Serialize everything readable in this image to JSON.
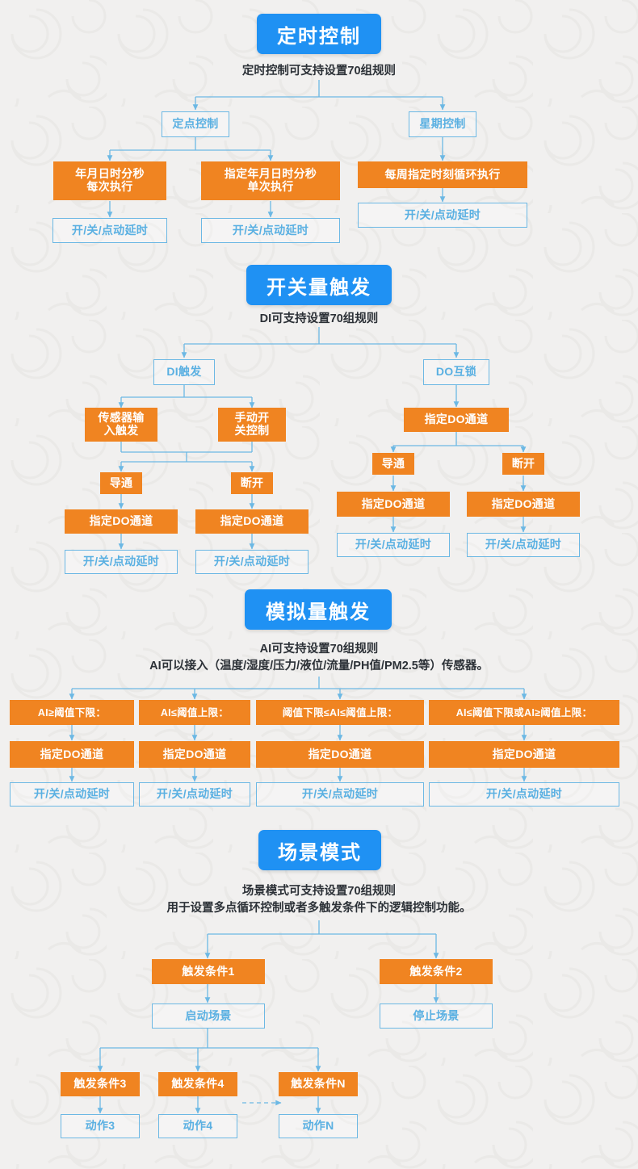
{
  "page": {
    "background_color": "#f1f0ef",
    "accent_blue": "#1f91f3",
    "outline_blue": "#6cb8e4",
    "text_blue": "#5ab0e2",
    "orange": "#f08421",
    "text_dark": "#2c3137"
  },
  "sections": [
    {
      "id": "timer-control",
      "badge": "定时控制",
      "description": "定时控制可支持设置70组规则",
      "nodes": {
        "branch_left": "定点控制",
        "branch_right": "星期控制",
        "left_a": "年月日时分秒\n每次执行",
        "left_b": "指定年月日时分秒\n单次执行",
        "right_a": "每周指定时刻循环执行",
        "action_left_a": "开/关/点动延时",
        "action_left_b": "开/关/点动延时",
        "action_right_a": "开/关/点动延时"
      }
    },
    {
      "id": "digital-input-trigger",
      "badge": "开关量触发",
      "description": "DI可支持设置70组规则",
      "nodes": {
        "branch_left": "DI触发",
        "branch_right": "DO互锁",
        "di_sensor": "传感器输\n入触发",
        "di_manual": "手动开\n关控制",
        "di_on": "导通",
        "di_off": "断开",
        "di_channel_on": "指定DO通道",
        "di_channel_off": "指定DO通道",
        "di_action_on": "开/关/点动延时",
        "di_action_off": "开/关/点动延时",
        "do_channel": "指定DO通道",
        "do_on": "导通",
        "do_off": "断开",
        "do_channel_on": "指定DO通道",
        "do_channel_off": "指定DO通道",
        "do_action_on": "开/关/点动延时",
        "do_action_off": "开/关/点动延时"
      }
    },
    {
      "id": "analog-input-trigger",
      "badge": "模拟量触发",
      "description": "AI可支持设置70组规则\nAI可以接入（温度/湿度/压力/液位/流量/PH值/PM2.5等）传感器。",
      "columns": [
        {
          "condition": "AI≥阈值下限：",
          "channel": "指定DO通道",
          "action": "开/关/点动延时"
        },
        {
          "condition": "AI≤阈值上限：",
          "channel": "指定DO通道",
          "action": "开/关/点动延时"
        },
        {
          "condition": "阈值下限≤AI≤阈值上限：",
          "channel": "指定DO通道",
          "action": "开/关/点动延时"
        },
        {
          "condition": "AI≤阈值下限或AI≥阈值上限：",
          "channel": "指定DO通道",
          "action": "开/关/点动延时"
        }
      ]
    },
    {
      "id": "scene-mode",
      "badge": "场景模式",
      "description": "场景模式可支持设置70组规则\n用于设置多点循环控制或者多触发条件下的逻辑控制功能。",
      "nodes": {
        "trigger1": "触发条件1",
        "trigger2": "触发条件2",
        "start_scene": "启动场景",
        "stop_scene": "停止场景",
        "trigger3": "触发条件3",
        "trigger4": "触发条件4",
        "triggerN": "触发条件N",
        "action3": "动作3",
        "action4": "动作4",
        "actionN": "动作N"
      }
    }
  ]
}
